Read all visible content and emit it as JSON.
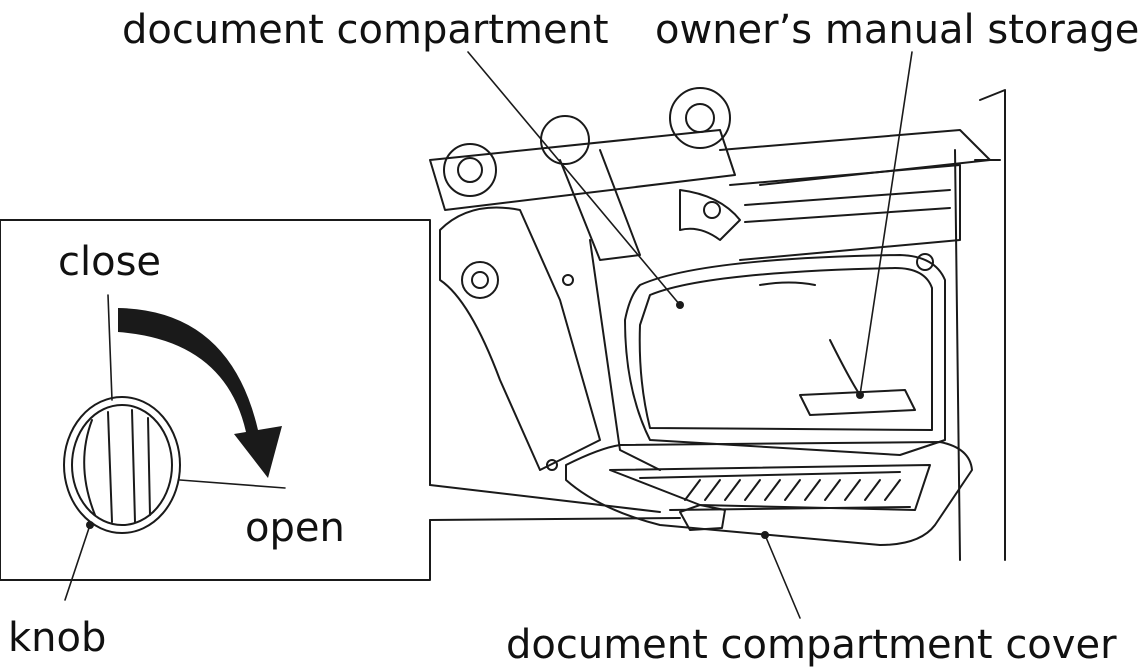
{
  "labels": {
    "document_compartment": "document compartment",
    "owners_manual_storage": "owner’s manual storage",
    "close": "close",
    "open": "open",
    "knob": "knob",
    "document_compartment_cover": "document compartment cover"
  },
  "colors": {
    "ink": "#1a1a1a",
    "background": "#ffffff",
    "arrow": "#1a1a1a"
  },
  "icons": {
    "rotation_arrow": "curved-arrow-clockwise-icon"
  }
}
